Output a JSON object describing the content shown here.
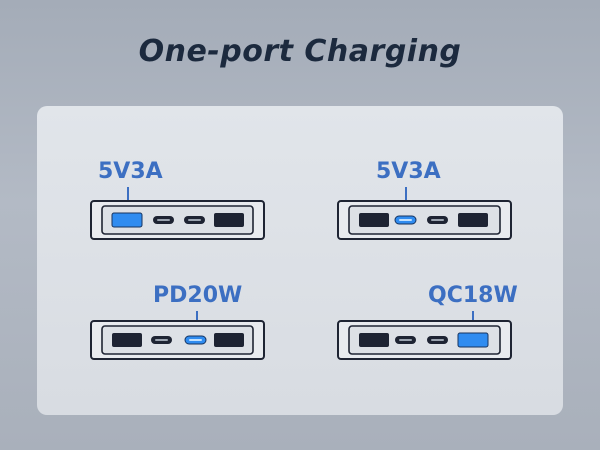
{
  "title": "One-port Charging",
  "colors": {
    "label_blue": "#3c6fc2",
    "active_port": "#2f8cf0",
    "usb_a_port": "#1e2433",
    "usb_c_port": "#1e2433",
    "panel_outline": "#1e2433"
  },
  "panels": [
    {
      "label": "5V3A",
      "ports": [
        "usb-a",
        "usb-c",
        "usb-c",
        "usb-a"
      ],
      "active_port": 0
    },
    {
      "label": "5V3A",
      "ports": [
        "usb-a",
        "usb-c",
        "usb-c",
        "usb-a"
      ],
      "active_port": 1
    },
    {
      "label": "PD20W",
      "ports": [
        "usb-a",
        "usb-c",
        "usb-c",
        "usb-a"
      ],
      "active_port": 2
    },
    {
      "label": "QC18W",
      "ports": [
        "usb-a",
        "usb-c",
        "usb-c",
        "usb-a"
      ],
      "active_port": 3
    }
  ]
}
